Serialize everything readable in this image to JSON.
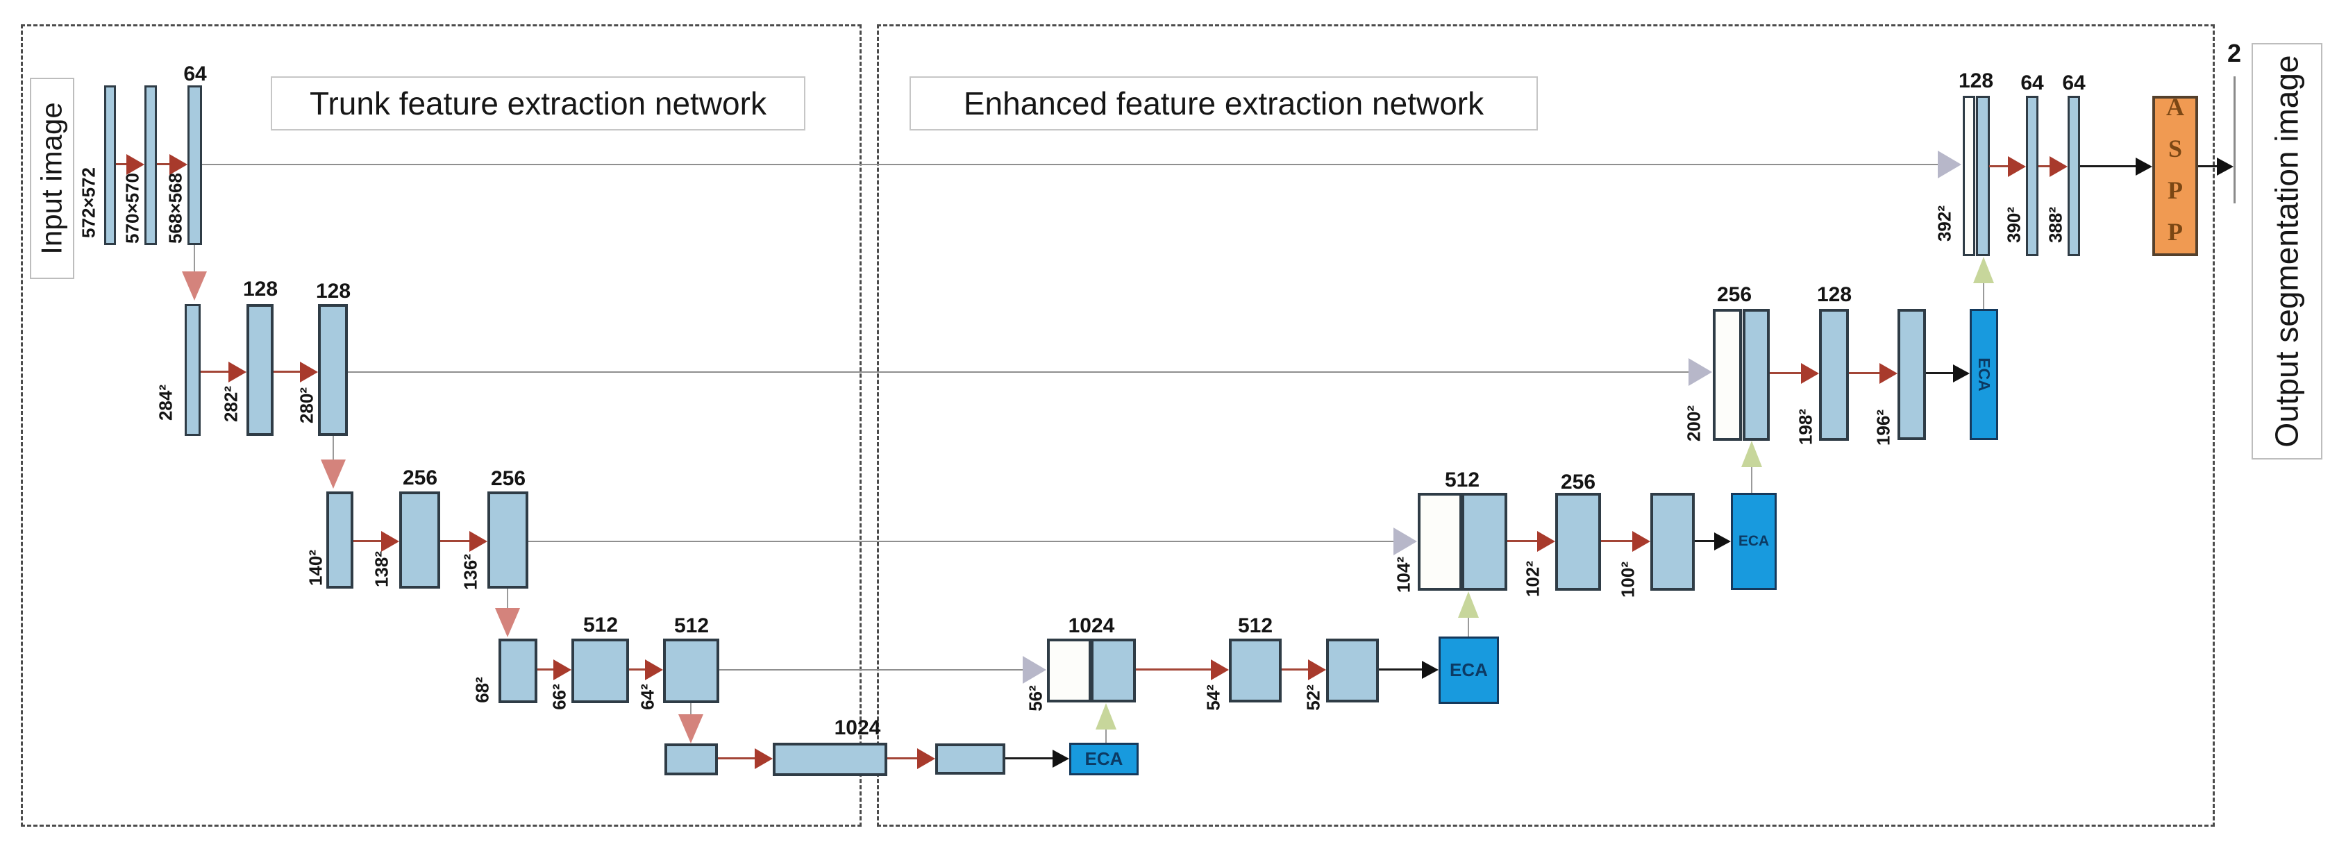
{
  "figure": {
    "input_label": "Input image",
    "output_label": "Output segmentation image",
    "trunk_region_label": "Trunk feature extraction network",
    "enhanced_region_label": "Enhanced feature extraction network",
    "output_channels": "2"
  },
  "modules": {
    "eca": "ECA",
    "aspp": "ASPP"
  },
  "encoder": {
    "level1": {
      "channels": [
        "64"
      ],
      "dims": [
        "572×572",
        "570×570",
        "568×568"
      ]
    },
    "level2": {
      "channels": [
        "128",
        "128"
      ],
      "dims": [
        "284²",
        "282²",
        "280²"
      ]
    },
    "level3": {
      "channels": [
        "256",
        "256"
      ],
      "dims": [
        "140²",
        "138²",
        "136²"
      ]
    },
    "level4": {
      "channels": [
        "512",
        "512"
      ],
      "dims": [
        "68²",
        "66²",
        "64²"
      ]
    },
    "bottleneck": {
      "channels": [
        "1024"
      ]
    }
  },
  "decoder": {
    "level4": {
      "channels": [
        "1024",
        "512"
      ],
      "dims": [
        "56²",
        "54²",
        "52²"
      ]
    },
    "level3": {
      "channels": [
        "512",
        "256"
      ],
      "dims": [
        "104²",
        "102²",
        "100²"
      ]
    },
    "level2": {
      "channels": [
        "256",
        "128"
      ],
      "dims": [
        "200²",
        "198²",
        "196²"
      ]
    },
    "level1": {
      "channels": [
        "128",
        "64",
        "64"
      ],
      "dims": [
        "392²",
        "390²",
        "388²"
      ]
    }
  }
}
